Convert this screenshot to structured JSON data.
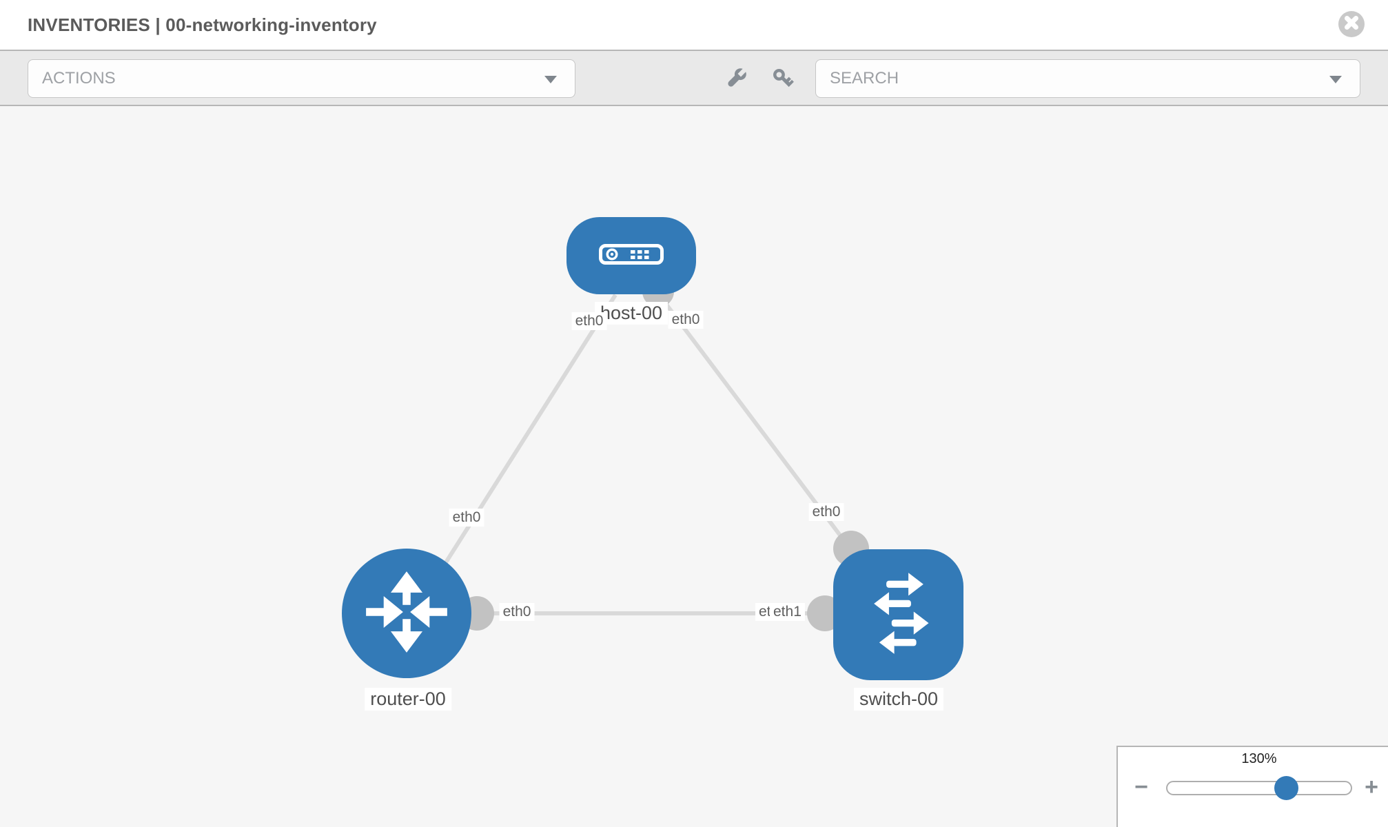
{
  "header": {
    "title": "INVENTORIES | 00-networking-inventory"
  },
  "toolbar": {
    "actions_placeholder": "ACTIONS",
    "search_placeholder": "SEARCH"
  },
  "topology": {
    "nodes": [
      {
        "label": "host-00",
        "type": "host"
      },
      {
        "label": "router-00",
        "type": "router"
      },
      {
        "label": "switch-00",
        "type": "switch"
      }
    ],
    "links": [
      {
        "from": "host-00",
        "to": "router-00",
        "from_interface": "eth0",
        "to_interface": "eth0"
      },
      {
        "from": "host-00",
        "to": "switch-00",
        "from_interface": "eth0",
        "to_interface": "eth0"
      },
      {
        "from": "router-00",
        "to": "switch-00",
        "from_interface": "eth0",
        "to_interface": "eth1"
      }
    ],
    "interface_labels": {
      "host_end_to_router": "eth0",
      "router_end_to_host": "eth0",
      "host_end_to_switch": "eth0",
      "switch_end_to_host": "eth0",
      "router_end_to_switch": "eth0",
      "switch_end_back": "eth0",
      "switch_end_front": "eth1"
    }
  },
  "zoom_control": {
    "value": "130%",
    "minus_label": "−",
    "plus_label": "+"
  },
  "colors": {
    "node_blue": "#337ab7",
    "link_gray": "#d9d9d9",
    "port_gray": "#c2c2c2",
    "toolbar_gray": "#e9e9e9",
    "canvas_gray": "#f6f6f6"
  }
}
